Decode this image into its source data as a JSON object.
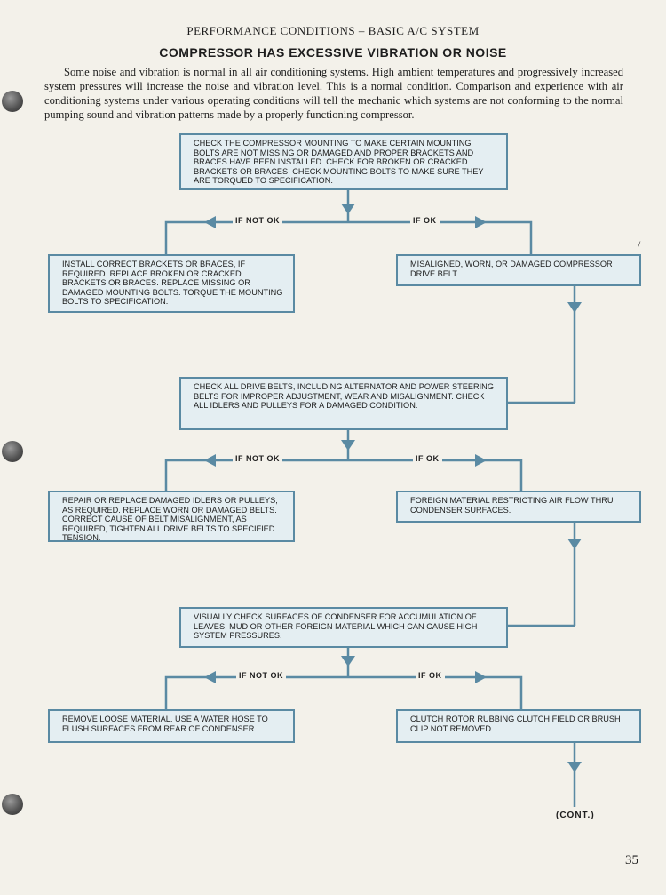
{
  "header": "PERFORMANCE CONDITIONS – BASIC A/C SYSTEM",
  "title": "COMPRESSOR HAS EXCESSIVE VIBRATION OR NOISE",
  "intro": "Some noise and vibration is normal in all air conditioning systems. High ambient temperatures and progressively increased system pressures will increase the noise and vibration level. This is a normal condition. Comparison and experience with air conditioning systems under various operating conditions will tell the mechanic which systems are not conforming to the normal pumping sound and vibration patterns made by a properly functioning compressor.",
  "labels": {
    "if_not_ok": "IF NOT OK",
    "if_ok": "IF OK"
  },
  "boxes": {
    "check1": "CHECK THE COMPRESSOR MOUNTING TO MAKE CERTAIN MOUNTING BOLTS ARE NOT MISSING OR DAMAGED AND PROPER BRACKETS AND BRACES HAVE BEEN INSTALLED. CHECK FOR BROKEN OR CRACKED BRACKETS OR BRACES. CHECK MOUNTING BOLTS TO MAKE SURE THEY ARE TORQUED TO SPECIFICATION.",
    "fix1": "INSTALL CORRECT BRACKETS OR BRACES, IF REQUIRED. REPLACE BROKEN OR CRACKED BRACKETS OR BRACES. REPLACE MISSING OR DAMAGED MOUNTING BOLTS. TORQUE THE MOUNTING BOLTS TO SPECIFICATION.",
    "cause1": "MISALIGNED, WORN, OR DAMAGED COMPRESSOR DRIVE BELT.",
    "check2": "CHECK ALL DRIVE BELTS, INCLUDING ALTERNATOR AND POWER STEERING BELTS FOR IMPROPER ADJUSTMENT, WEAR AND MISALIGNMENT. CHECK ALL IDLERS AND PULLEYS FOR A DAMAGED CONDITION.",
    "fix2": "REPAIR OR REPLACE DAMAGED IDLERS OR PULLEYS, AS REQUIRED. REPLACE WORN OR DAMAGED BELTS. CORRECT CAUSE OF BELT MISALIGNMENT, AS REQUIRED, TIGHTEN ALL DRIVE BELTS TO SPECIFIED TENSION.",
    "cause2": "FOREIGN MATERIAL RESTRICTING AIR FLOW THRU CONDENSER SURFACES.",
    "check3": "VISUALLY CHECK SURFACES OF CONDENSER FOR ACCUMULATION OF LEAVES, MUD OR OTHER FOREIGN MATERIAL WHICH CAN CAUSE HIGH SYSTEM PRESSURES.",
    "fix3": "REMOVE LOOSE MATERIAL. USE A WATER HOSE TO FLUSH SURFACES FROM REAR OF CONDENSER.",
    "cause3": "CLUTCH ROTOR RUBBING CLUTCH FIELD OR BRUSH CLIP NOT REMOVED."
  },
  "continued": "(CONT.)",
  "page_number": "35",
  "colors": {
    "box_border": "#5a8aa3",
    "box_fill": "#e4eef2",
    "line": "#5a8aa3"
  }
}
